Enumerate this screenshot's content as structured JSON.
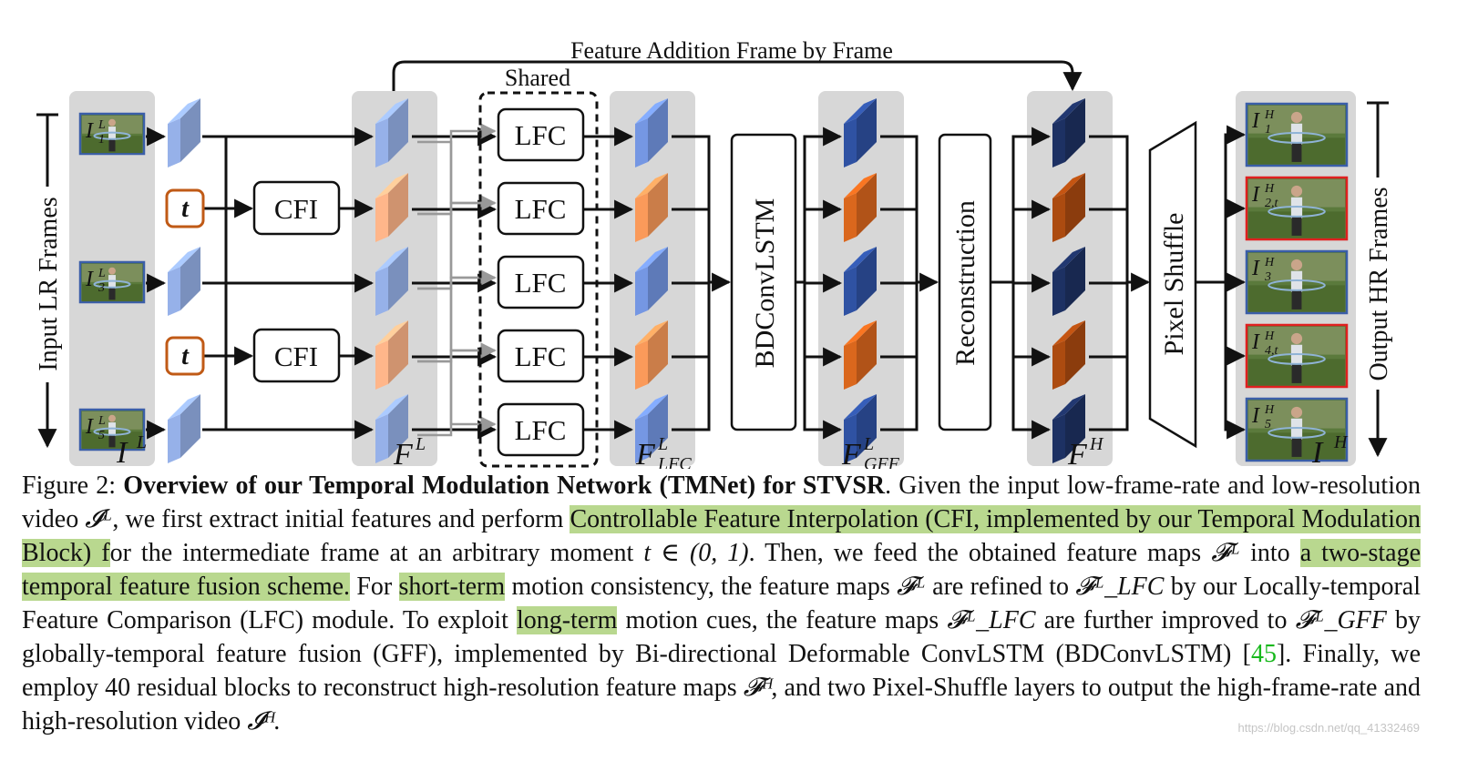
{
  "figure": {
    "top_label": "Feature Addition Frame by Frame",
    "shared_label": "Shared",
    "input_axis_label": "Input LR Frames",
    "output_axis_label": "Output HR Frames",
    "cfi_label": "CFI",
    "lfc_label": "LFC",
    "t_label": "t",
    "bdconvlstm_label": "BDConvLSTM",
    "reconstruction_label": "Reconstruction",
    "pixelshuffle_label": "Pixel Shuffle",
    "input_frames": [
      "I",
      "I",
      "I"
    ],
    "input_frame_subs": [
      "1",
      "3",
      "5"
    ],
    "output_frames": [
      "I",
      "I",
      "I",
      "I",
      "I"
    ],
    "output_frame_subs": [
      "1",
      "2,t",
      "3",
      "4,t",
      "5"
    ],
    "group_labels": {
      "input": "I",
      "features": "F",
      "lfc": "F",
      "lfc_sub": "LFC",
      "gff": "F",
      "gff_sub": "GFF",
      "hr_features": "F",
      "output": "I"
    },
    "colors": {
      "panel_gray": "#d7d7d7",
      "blue_light": "#8fa9de",
      "orange_light": "#f3ad83",
      "blue_mid": "#6f90d8",
      "orange_mid": "#ee9356",
      "blue_dark": "#2d4e9b",
      "orange_dark": "#d0621c",
      "blue_darker": "#1c2f5e",
      "orange_darker": "#a4470f",
      "t_border": "#c05a16",
      "interp_frame_border": "#e02020"
    }
  },
  "caption": {
    "prefix": "Figure 2: ",
    "title": "Overview of our Temporal Modulation Network (TMNet) for STVSR",
    "s1": ". Given the input low-frame-rate and low-resolution video ",
    "s2": ", we first extract initial features and perform ",
    "hl1": "Controllable Feature Interpolation (CFI, implemented by our Temporal Modulation Block) f",
    "s3": "or the intermediate frame at an arbitrary moment ",
    "s4": ". Then, we feed the obtained feature maps ",
    "s5": " into ",
    "hl2": "a two-stage temporal feature fusion scheme.",
    "s6": " For ",
    "hl3": "short-term",
    "s7": " motion consistency, the feature maps ",
    "s8": " are refined to ",
    "s9": " by our Locally-temporal Feature Comparison (LFC) module. To exploit ",
    "hl4": "long-term",
    "s10": " motion cues, the feature maps ",
    "s11": " are further improved to ",
    "s12": " by globally-temporal feature fusion (GFF), implemented by Bi-directional Deformable ConvLSTM (BDConvLSTM) [",
    "ref": "45",
    "s13": "]. Finally, we employ 40 residual blocks to reconstruct high-resolution feature maps ",
    "s14": ", and two Pixel-Shuffle layers to output the high-frame-rate and high-resolution video ",
    "s15": ".",
    "math_IL": "𝓘ᴸ",
    "math_t_range": "t ∈ (0, 1)",
    "math_FL": "𝓕ᴸ",
    "math_FLFC": "𝓕ᴸ_LFC",
    "math_FGFF": "𝓕ᴸ_GFF",
    "math_FH": "𝓕ᴴ",
    "math_IH": "𝓘ᴴ"
  },
  "watermark": "https://blog.csdn.net/qq_41332469"
}
